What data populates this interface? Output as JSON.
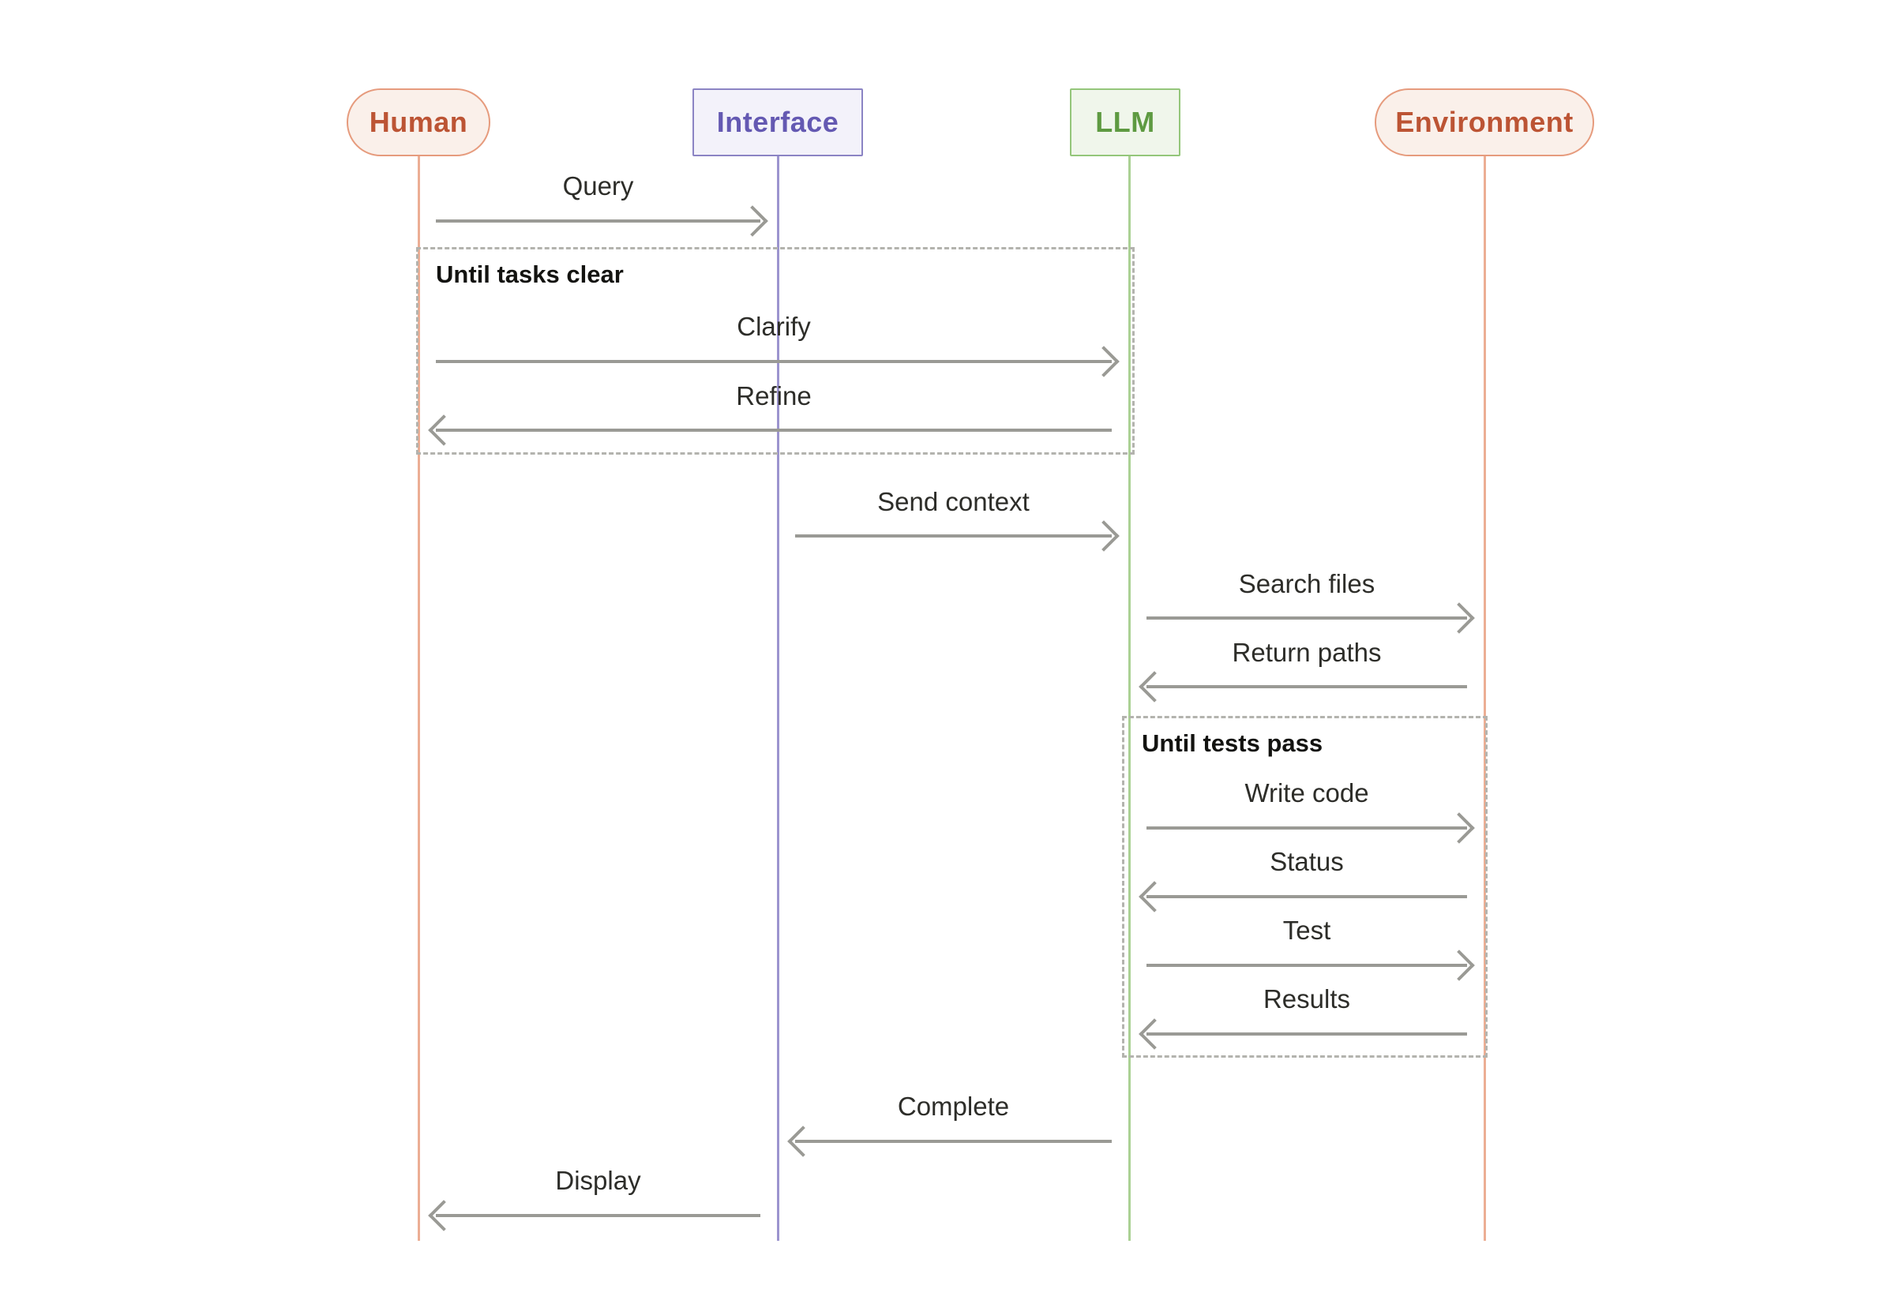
{
  "diagram": {
    "type": "sequence-diagram",
    "participants": [
      {
        "id": "human",
        "label": "Human",
        "shape": "pill",
        "fill": "#FAF0EA",
        "border": "#E69B7D",
        "text_color": "#BC5434",
        "lifeline_color": "#ECAE94"
      },
      {
        "id": "interface",
        "label": "Interface",
        "shape": "rect",
        "fill": "#F3F2FA",
        "border": "#8B84C4",
        "text_color": "#6459B2",
        "lifeline_color": "#9C94CF"
      },
      {
        "id": "llm",
        "label": "LLM",
        "shape": "rect",
        "fill": "#F0F6EB",
        "border": "#94C67A",
        "text_color": "#5E9A41",
        "lifeline_color": "#ABD194"
      },
      {
        "id": "environment",
        "label": "Environment",
        "shape": "pill",
        "fill": "#FAF0EA",
        "border": "#E69B7D",
        "text_color": "#BC5434",
        "lifeline_color": "#ECAE94"
      }
    ],
    "messages": [
      {
        "label": "Query",
        "from": "Human",
        "to": "Interface",
        "direction": "right"
      },
      {
        "label": "Clarify",
        "from": "Human",
        "to": "LLM",
        "direction": "right"
      },
      {
        "label": "Refine",
        "from": "LLM",
        "to": "Human",
        "direction": "left"
      },
      {
        "label": "Send context",
        "from": "Interface",
        "to": "LLM",
        "direction": "right"
      },
      {
        "label": "Search files",
        "from": "LLM",
        "to": "Environment",
        "direction": "right"
      },
      {
        "label": "Return paths",
        "from": "Environment",
        "to": "LLM",
        "direction": "left"
      },
      {
        "label": "Write code",
        "from": "LLM",
        "to": "Environment",
        "direction": "right"
      },
      {
        "label": "Status",
        "from": "Environment",
        "to": "LLM",
        "direction": "left"
      },
      {
        "label": "Test",
        "from": "LLM",
        "to": "Environment",
        "direction": "right"
      },
      {
        "label": "Results",
        "from": "Environment",
        "to": "LLM",
        "direction": "left"
      },
      {
        "label": "Complete",
        "from": "LLM",
        "to": "Interface",
        "direction": "left"
      },
      {
        "label": "Display",
        "from": "Interface",
        "to": "Human",
        "direction": "left"
      }
    ],
    "loops": [
      {
        "label": "Until tasks clear",
        "covers": [
          "Human",
          "Interface",
          "LLM"
        ]
      },
      {
        "label": "Until tests pass",
        "covers": [
          "LLM",
          "Environment"
        ]
      }
    ],
    "style": {
      "background": "#FFFFFF",
      "arrow_color": "#9A9A95",
      "message_text_color": "#2D2D29",
      "loop_border_color": "#B3B3AE",
      "loop_label_color": "#131310"
    }
  }
}
